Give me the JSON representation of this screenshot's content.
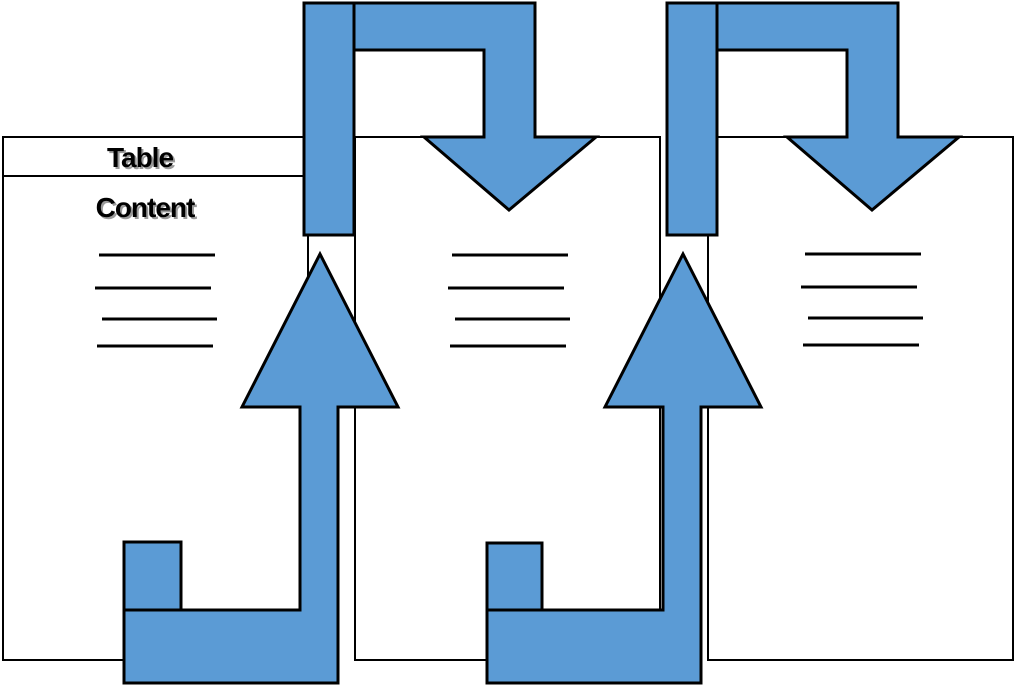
{
  "diagram": {
    "pages": [
      {
        "id": "page-1",
        "header": "Table",
        "subheader": "Content",
        "line_count": 4
      },
      {
        "id": "page-2",
        "line_count": 4
      },
      {
        "id": "page-3",
        "line_count": 4
      }
    ],
    "colors": {
      "arrow_fill": "#5b9bd5",
      "outline": "#000000",
      "page_fill": "#ffffff"
    }
  }
}
